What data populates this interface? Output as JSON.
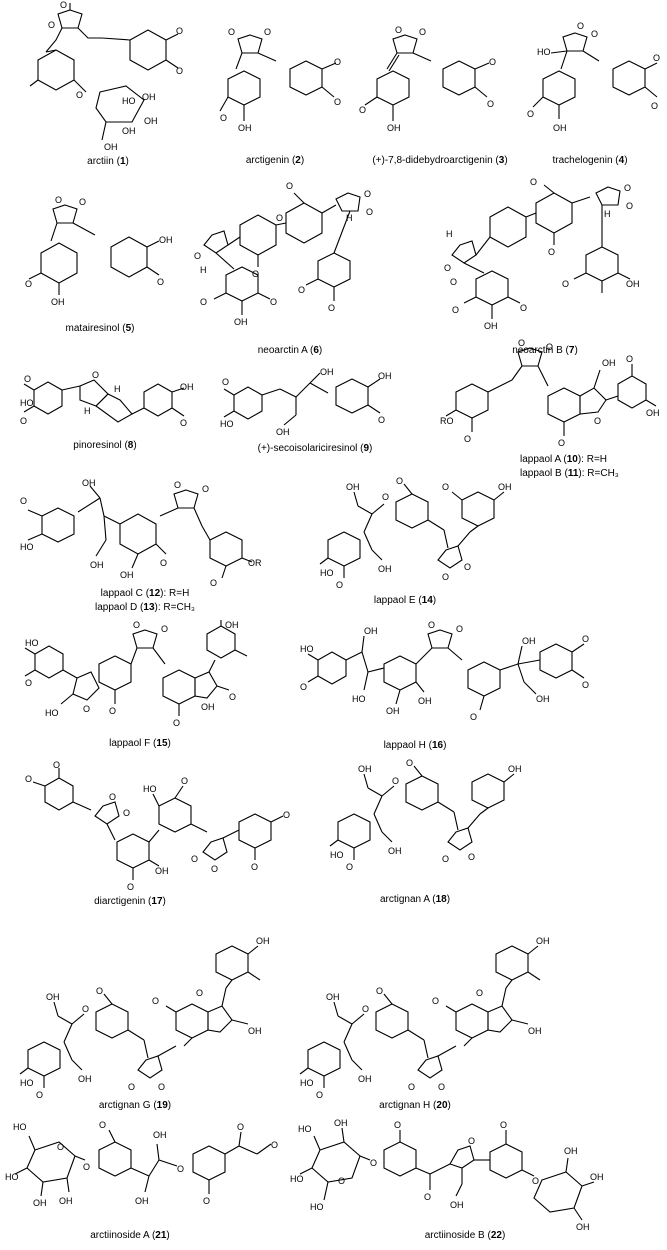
{
  "compounds": [
    {
      "name": "arctiin",
      "num": "1",
      "atoms": [
        "O",
        "O",
        "HO",
        "OH",
        "O",
        "O",
        "O",
        "OH",
        "OH",
        "OH"
      ]
    },
    {
      "name": "arctigenin",
      "num": "2",
      "atoms": [
        "O",
        "O",
        "O",
        "O",
        "O",
        "OH"
      ]
    },
    {
      "name": "(+)-7,8-didebydroarctigenin",
      "num": "3",
      "atoms": [
        "O",
        "O",
        "O",
        "O",
        "O",
        "OH"
      ]
    },
    {
      "name": "trachelogenin",
      "num": "4",
      "atoms": [
        "O",
        "O",
        "HO",
        "O",
        "O",
        "O",
        "OH"
      ]
    },
    {
      "name": "matairesinol",
      "num": "5",
      "atoms": [
        "O",
        "O",
        "OH",
        "O",
        "O",
        "OH"
      ]
    },
    {
      "name": "neoarctin A",
      "num": "6",
      "atoms": [
        "O",
        "O",
        "O",
        "O",
        "O",
        "O",
        "H",
        "H",
        "O",
        "OH",
        "O",
        "O",
        "O"
      ]
    },
    {
      "name": "neoarctin B",
      "num": "7",
      "atoms": [
        "O",
        "O",
        "O",
        "O",
        "H",
        "H",
        "O",
        "O",
        "O",
        "O",
        "OH",
        "O",
        "OH"
      ]
    },
    {
      "name": "pinoresinol",
      "num": "8",
      "atoms": [
        "O",
        "O",
        "HO",
        "H",
        "H",
        "O",
        "OH",
        "O"
      ]
    },
    {
      "name": "(+)-secoisolariciresinol",
      "num": "9",
      "atoms": [
        "O",
        "HO",
        "OH",
        "OH",
        "OH",
        "O"
      ]
    },
    {
      "name": "lappaol A",
      "num": "10",
      "r": "R=H",
      "atoms": [
        "O",
        "O",
        "OH",
        "O",
        "O",
        "OH",
        "O",
        "RO",
        "O"
      ]
    },
    {
      "name": "lappaol B",
      "num": "11",
      "r": "R=CH₃"
    },
    {
      "name": "lappaol C",
      "num": "12",
      "r": "R=H",
      "atoms": [
        "O",
        "O",
        "OH",
        "O",
        "HO",
        "OH",
        "OH",
        "O",
        "OR",
        "O"
      ]
    },
    {
      "name": "lappaol D",
      "num": "13",
      "r": "R=CH₃"
    },
    {
      "name": "lappaol E",
      "num": "14",
      "atoms": [
        "OH",
        "O",
        "O",
        "OH",
        "O",
        "HO",
        "O",
        "OH",
        "O",
        "O"
      ]
    },
    {
      "name": "lappaol F",
      "num": "15",
      "atoms": [
        "O",
        "O",
        "OH",
        "O",
        "HO",
        "O",
        "O",
        "HO",
        "O",
        "OH",
        "O"
      ]
    },
    {
      "name": "lappaol H",
      "num": "16",
      "atoms": [
        "O",
        "O",
        "OH",
        "HO",
        "O",
        "OH",
        "HO",
        "OH",
        "O",
        "OH",
        "O",
        "OH",
        "O"
      ]
    },
    {
      "name": "diarctigenin",
      "num": "17",
      "atoms": [
        "O",
        "O",
        "O",
        "O",
        "HO",
        "O",
        "O",
        "OH",
        "O",
        "O",
        "O",
        "O"
      ]
    },
    {
      "name": "arctignan A",
      "num": "18",
      "atoms": [
        "OH",
        "O",
        "OH",
        "O",
        "HO",
        "O",
        "OH",
        "O",
        "O"
      ]
    },
    {
      "name": "arctignan G",
      "num": "19",
      "atoms": [
        "OH",
        "OH",
        "O",
        "O",
        "O",
        "OH",
        "HO",
        "O",
        "O",
        "O",
        "O"
      ]
    },
    {
      "name": "arctignan H",
      "num": "20",
      "atoms": [
        "OH",
        "OH",
        "O",
        "O",
        "O",
        "OH",
        "HO",
        "O",
        "O",
        "O",
        "O"
      ]
    },
    {
      "name": "arctiinoside A",
      "num": "21",
      "atoms": [
        "HO",
        "O",
        "OH",
        "O",
        "O",
        "O",
        "OH",
        "HO",
        "OH",
        "OH",
        "O",
        "O",
        "O"
      ]
    },
    {
      "name": "arctiinoside B",
      "num": "22",
      "atoms": [
        "HO",
        "OH",
        "O",
        "O",
        "HO",
        "O",
        "O",
        "O",
        "O",
        "OH",
        "OH",
        "OH",
        "HO",
        "OH",
        "O"
      ]
    }
  ]
}
